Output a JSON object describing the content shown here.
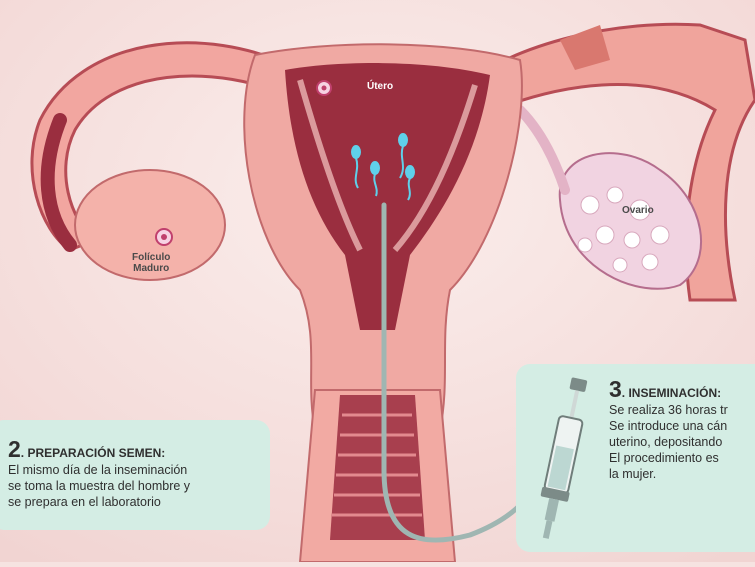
{
  "labels": {
    "utero": "Útero",
    "ovario": "Ovario",
    "foliculo_line1": "Folículo",
    "foliculo_line2": "Maduro"
  },
  "step2": {
    "number": "2",
    "title": ". PREPARACIÓN SEMEN:",
    "lines": [
      "El mismo día de la inseminación",
      "se toma la muestra del hombre y",
      "se prepara en el laboratorio"
    ]
  },
  "step3": {
    "number": "3",
    "title": ". INSEMINACIÓN:",
    "lines": [
      "Se realiza 36 horas tr",
      "Se introduce una cán",
      "uterino, depositando",
      "El procedimiento es",
      "la mujer."
    ]
  },
  "colors": {
    "background": "#f6e3e1",
    "tissue": "#f0a9a3",
    "uterus_cavity": "#9a2e3f",
    "card": "#d4ede4",
    "sperm": "#5fd0ea",
    "catheter": "#9fb6b2"
  }
}
